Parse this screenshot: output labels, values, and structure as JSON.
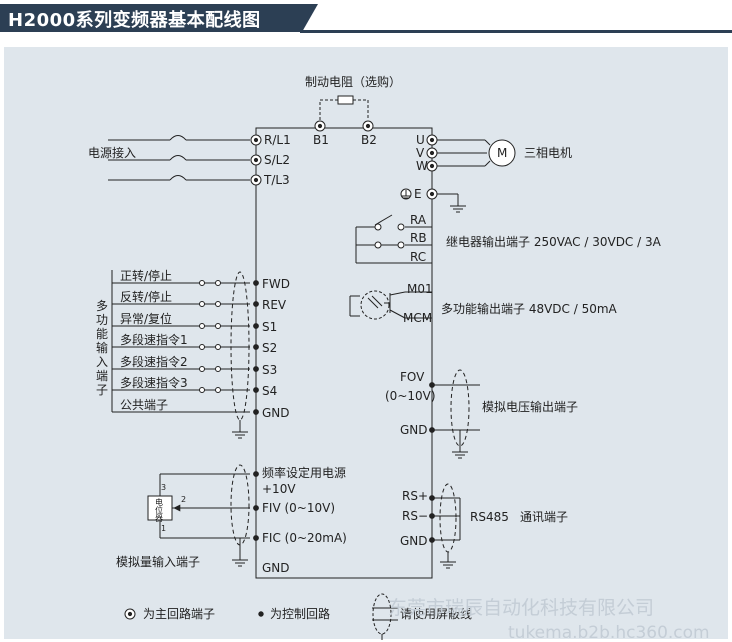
{
  "header": {
    "title": "H2000系列变频器基本配线图"
  },
  "diagram": {
    "brake": {
      "label": "制动电阻（选购）",
      "b1": "B1",
      "b2": "B2"
    },
    "power": {
      "label": "电源接入",
      "r": "R/L1",
      "s": "S/L2",
      "t": "T/L3"
    },
    "motor": {
      "u": "U",
      "v": "V",
      "w": "W",
      "symbol": "M",
      "label": "三相电机",
      "e": "E"
    },
    "relay": {
      "ra": "RA",
      "rb": "RB",
      "rc": "RC",
      "label": "继电器输出端子 250VAC / 30VDC / 3A"
    },
    "mo": {
      "m01": "M01",
      "mcm": "MCM",
      "label": "多功能输出端子 48VDC / 50mA"
    },
    "inputs": {
      "vertical_label": [
        "多",
        "功",
        "能",
        "输",
        "入",
        "端",
        "子"
      ],
      "items": [
        {
          "label": "正转/停止",
          "terminal": "FWD"
        },
        {
          "label": "反转/停止",
          "terminal": "REV"
        },
        {
          "label": "异常/复位",
          "terminal": "S1"
        },
        {
          "label": "多段速指令1",
          "terminal": "S2"
        },
        {
          "label": "多段速指令2",
          "terminal": "S3"
        },
        {
          "label": "多段速指令3",
          "terminal": "S4"
        },
        {
          "label": "公共端子",
          "terminal": "GND"
        }
      ]
    },
    "analog_out": {
      "fov": "FOV",
      "range": "(0~10V)",
      "gnd": "GND",
      "label": "模拟电压输出端子"
    },
    "comm": {
      "rsp": "RS+",
      "rsm": "RS−",
      "gnd": "GND",
      "proto": "RS485",
      "label": "通讯端子"
    },
    "analog_in": {
      "src_label": "频率设定用电源",
      "src_v": "+10V",
      "fiv": "FIV (0~10V)",
      "fic": "FIC (0~20mA)",
      "gnd": "GND",
      "label": "模拟量输入端子",
      "pot": [
        "电",
        "位",
        "器"
      ],
      "pin1": "1",
      "pin2": "2",
      "pin3": "3"
    },
    "legend": {
      "main": "为主回路端子",
      "ctrl": "为控制回路",
      "shield": "请使用屏蔽线"
    }
  },
  "watermark": {
    "company": "东莞市瑞辰自动化科技有限公司",
    "url": "tukema.b2b.hc360.com"
  }
}
